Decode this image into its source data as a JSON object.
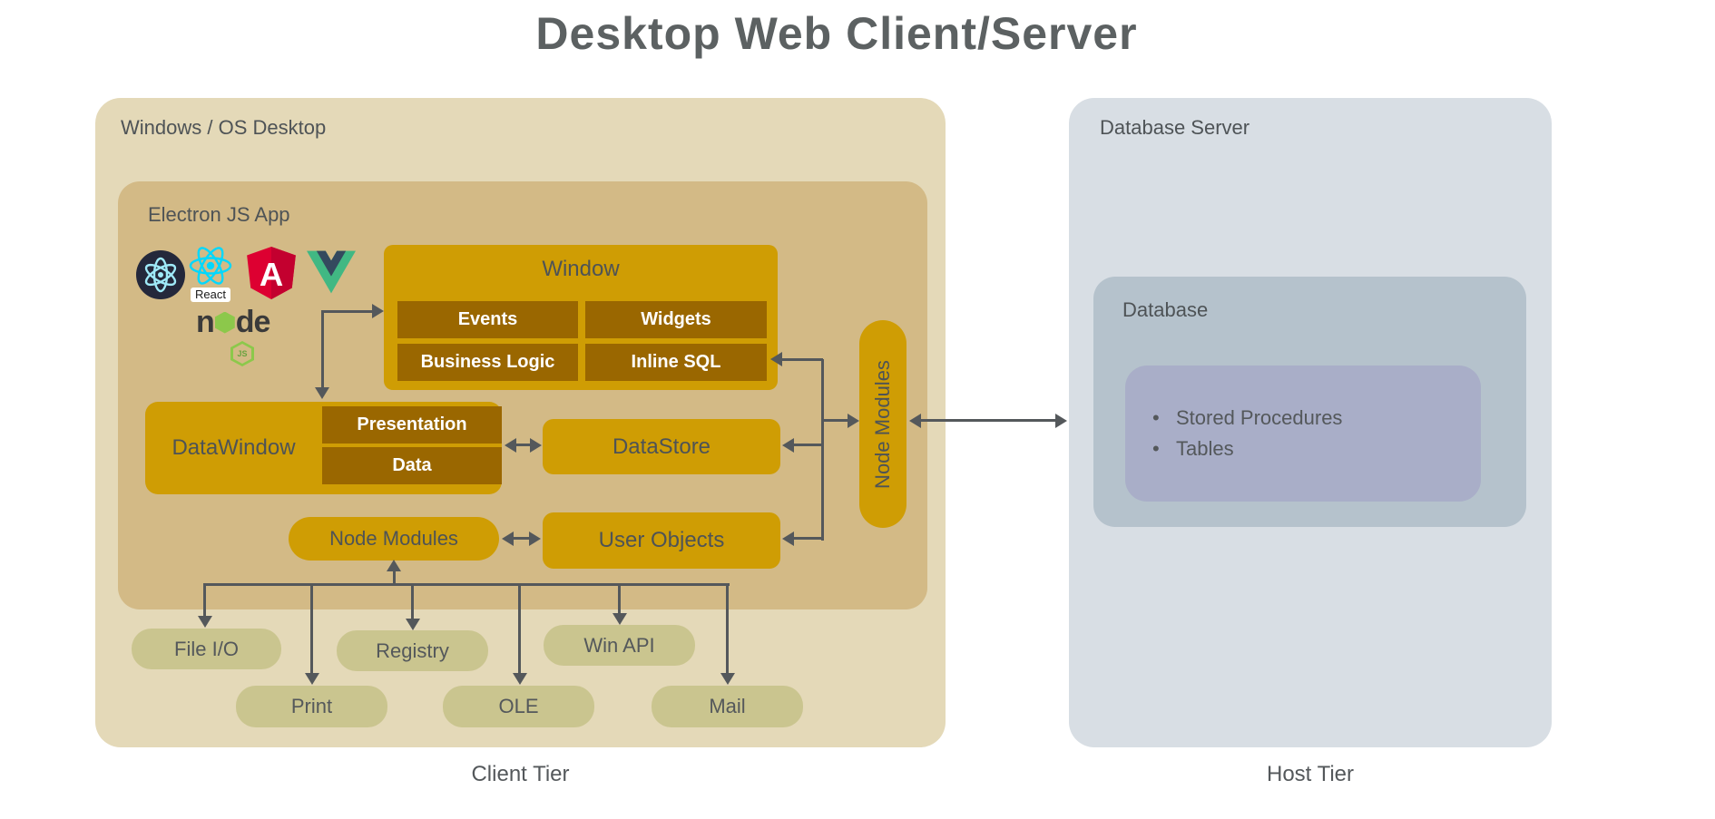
{
  "title": "Desktop Web Client/Server",
  "colors": {
    "gold": "#CF9D04",
    "dark_gold": "#9A6700",
    "client_outer": "#E4D9B8",
    "client_inner": "#D3BA86",
    "os_pill": "#CAC58F",
    "host_outer": "#D8DEE4",
    "host_inner": "#B5C2CC",
    "database_detail": "#A9AEC8",
    "connector": "#54585B",
    "label_text": "#4E5356",
    "title_text": "#5C6162"
  },
  "icons": [
    "electron-icon",
    "react-icon",
    "angular-icon",
    "vue-icon",
    "nodejs-icon"
  ],
  "client_tier": {
    "label": "Windows / OS Desktop",
    "tier_label": "Client Tier",
    "electron_app": {
      "label": "Electron JS App",
      "icon_text": {
        "react_label": "React",
        "angular_letter": "A",
        "node_word_left": "n",
        "node_word_right": "de",
        "node_js_badge": "JS"
      },
      "window": {
        "label": "Window",
        "cells": [
          "Events",
          "Widgets",
          "Business Logic",
          "Inline SQL"
        ]
      },
      "datawindow": {
        "label": "DataWindow",
        "parts": [
          "Presentation",
          "Data"
        ]
      },
      "datastore": {
        "label": "DataStore"
      },
      "node_modules": {
        "label": "Node Modules"
      },
      "user_objects": {
        "label": "User Objects"
      },
      "node_modules_bridge": {
        "label": "Node Modules"
      }
    },
    "os_services": [
      "File I/O",
      "Registry",
      "Win API",
      "Print",
      "OLE",
      "Mail"
    ]
  },
  "host_tier": {
    "label": "Database Server",
    "tier_label": "Host Tier",
    "database": {
      "label": "Database",
      "bullet_char": "•",
      "items": [
        "Stored Procedures",
        "Tables"
      ]
    }
  }
}
